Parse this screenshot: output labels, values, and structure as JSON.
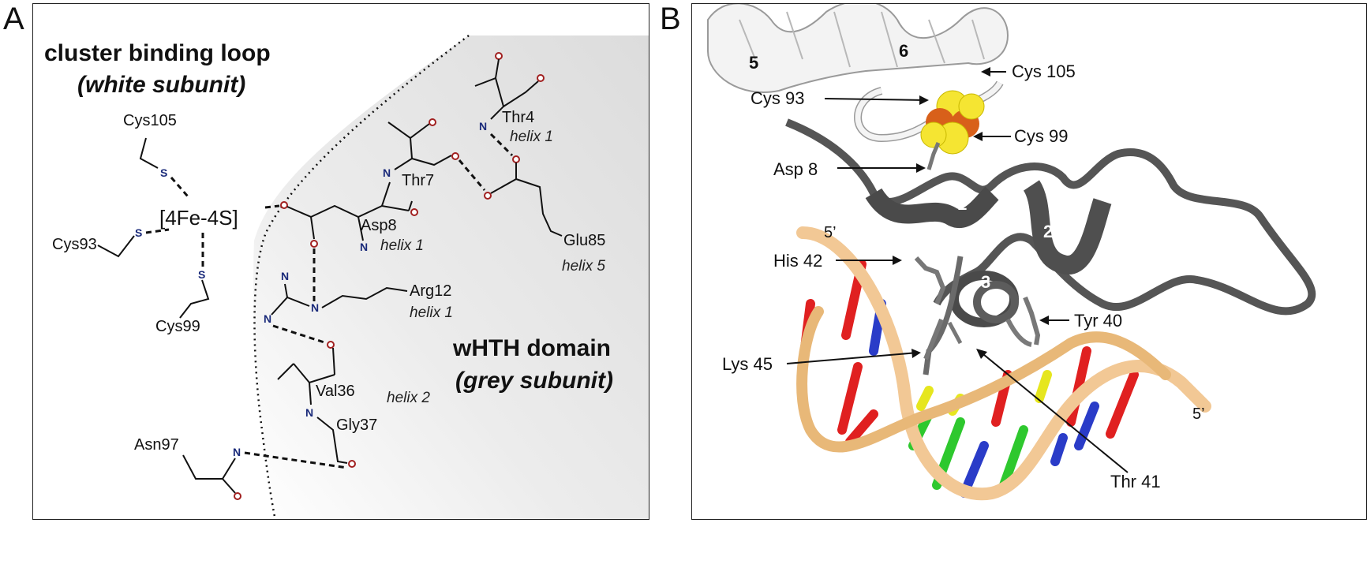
{
  "panel_a": {
    "letter": "A",
    "title_line1": "cluster binding loop",
    "title_line2": "(white subunit)",
    "domain_line1": "wHTH domain",
    "domain_line2": "(grey subunit)",
    "cluster": "[4Fe-4S]",
    "residues": {
      "cys105": "Cys105",
      "cys93": "Cys93",
      "cys99": "Cys99",
      "asn97": "Asn97",
      "thr4": "Thr4",
      "thr7": "Thr7",
      "asp8": "Asp8",
      "arg12": "Arg12",
      "val36": "Val36",
      "gly37": "Gly37",
      "glu85": "Glu85"
    },
    "helices": {
      "h1_thr4": "helix 1",
      "h1_asp8": "helix 1",
      "h1_arg12": "helix 1",
      "h2_val36": "helix 2",
      "h5_glu85": "helix 5"
    },
    "atoms": {
      "S": "S",
      "N": "N"
    }
  },
  "panel_b": {
    "letter": "B",
    "helix_numbers": [
      "5",
      "6",
      "1",
      "2",
      "3"
    ],
    "labels": {
      "cys105": "Cys 105",
      "cys93": "Cys 93",
      "cys99": "Cys 99",
      "asp8": "Asp 8",
      "his42": "His 42",
      "tyr40": "Tyr 40",
      "lys45": "Lys 45",
      "thr41": "Thr 41"
    },
    "dna_ends": [
      "5’",
      "5’"
    ]
  },
  "colors": {
    "white_subunit": "#f2f2f2",
    "grey_subunit": "#5a5a5a",
    "dna_backbone": "#f2c895",
    "base_red": "#e02020",
    "base_blue": "#2a3cc8",
    "base_green": "#2ec82e",
    "base_yellow": "#e6e61e",
    "iron": "#d8601a",
    "sulfur": "#f5e532"
  }
}
